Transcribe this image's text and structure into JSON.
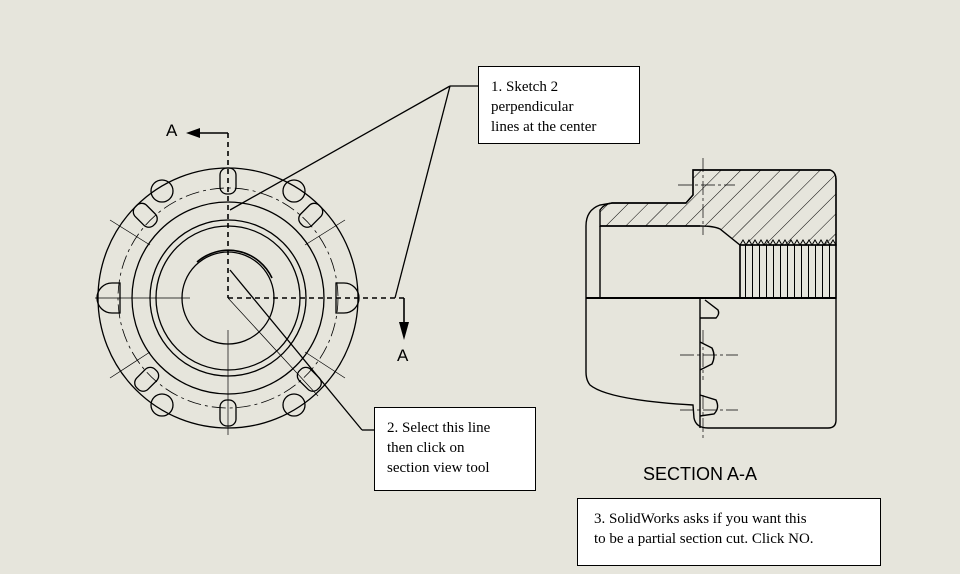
{
  "callouts": {
    "step1": "1. Sketch 2\nperpendicular\nlines at the center",
    "step2": "2. Select this line\nthen click on\nsection view tool",
    "step3": "3. SolidWorks asks if you want this\nto be a partial section cut. Click NO."
  },
  "labels": {
    "section_arrow_top": "A",
    "section_arrow_bottom": "A",
    "section_view_title": "SECTION A-A"
  }
}
